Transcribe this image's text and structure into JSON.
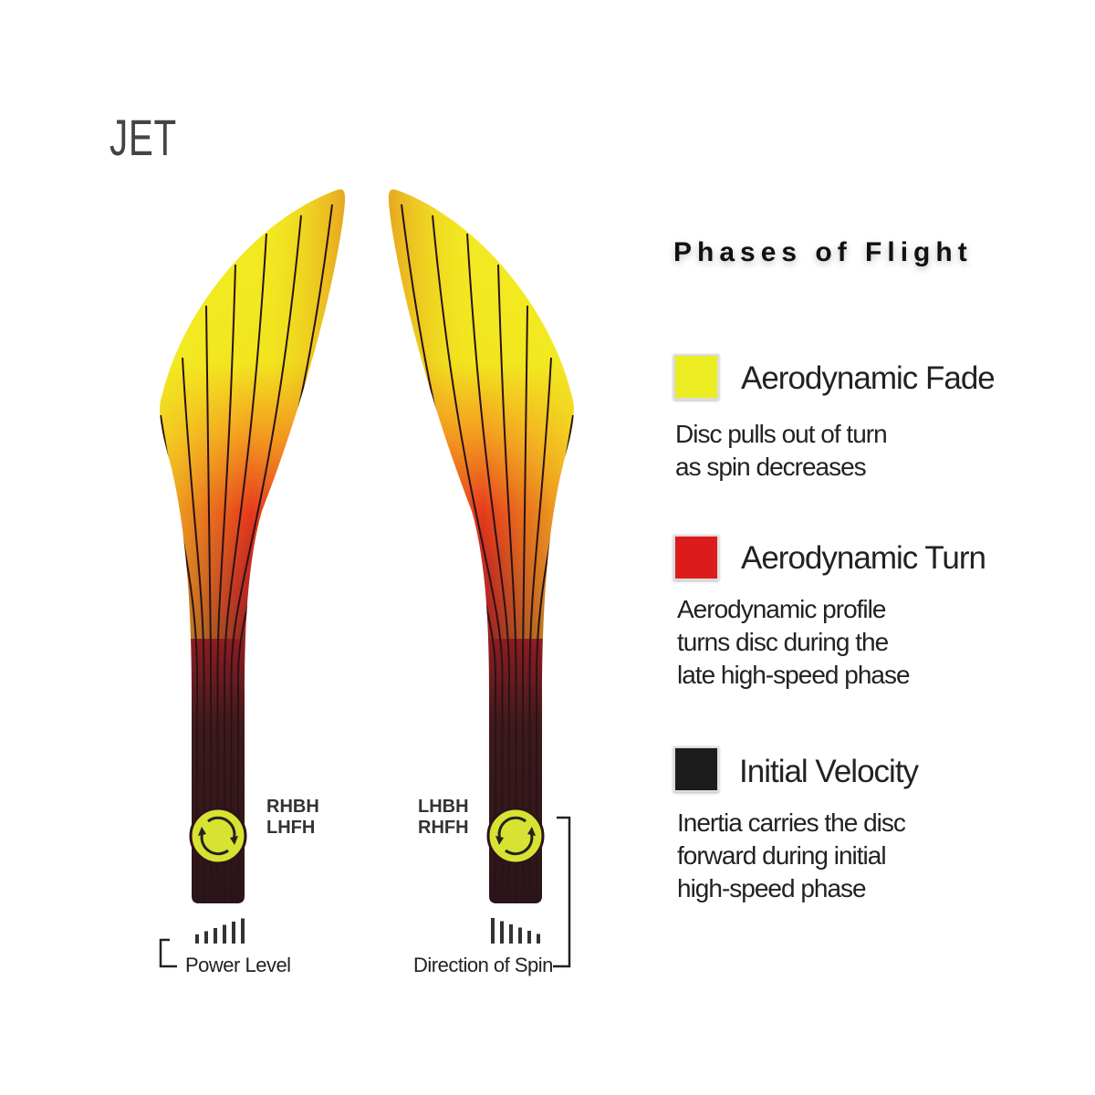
{
  "title": "JET",
  "left_path": {
    "throws": [
      "RHBH",
      "LHFH"
    ],
    "caption": "Power Level",
    "power_level_bars": 6
  },
  "right_path": {
    "throws": [
      "LHBH",
      "RHFH"
    ],
    "caption": "Direction of Spin"
  },
  "legend": {
    "title": "Phases of Flight",
    "phases": [
      {
        "name": "Aerodynamic Fade",
        "color": "#ecec22",
        "description": [
          "Disc pulls out of turn",
          "as spin decreases"
        ]
      },
      {
        "name": "Aerodynamic Turn",
        "color": "#dc1c1c",
        "description": [
          "Aerodynamic profile",
          "turns disc during the",
          "late high-speed phase"
        ]
      },
      {
        "name": "Initial Velocity",
        "color": "#1c1c1c",
        "description": [
          "Inertia carries the disc",
          "forward during initial",
          "high-speed phase"
        ]
      }
    ]
  }
}
